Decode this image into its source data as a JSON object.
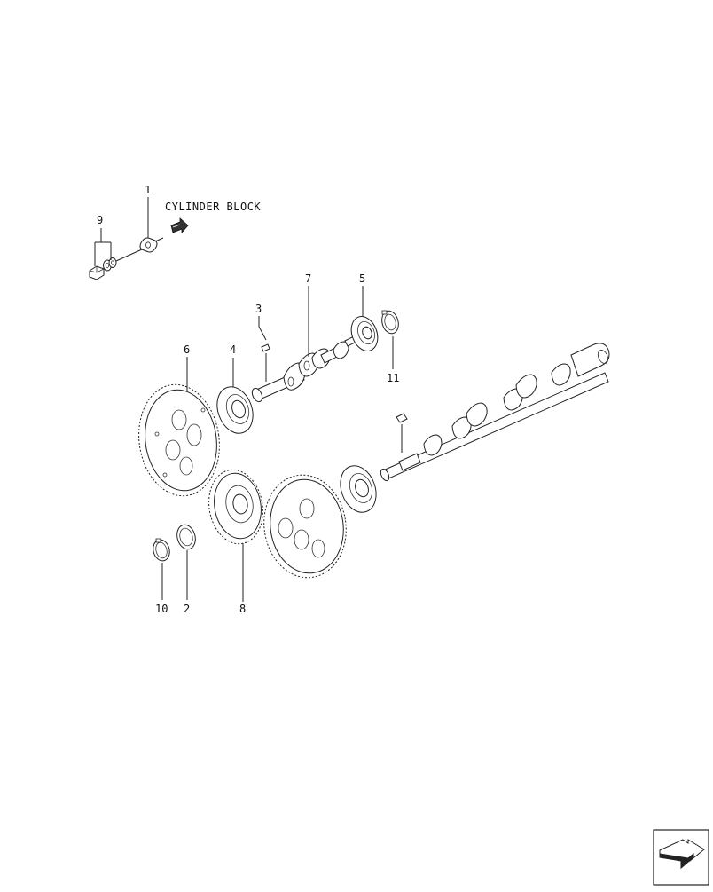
{
  "reference_label": "CYLINDER BLOCK",
  "callouts": {
    "c1": "1",
    "c2": "2",
    "c3": "3",
    "c4": "4",
    "c5": "5",
    "c6": "6",
    "c7": "7",
    "c8": "8",
    "c9": "9",
    "c10": "10",
    "c11": "11"
  },
  "icons": {
    "reference_arrow": "arrow-right-icon",
    "nav_corner": "page-nav-arrow-icon"
  }
}
